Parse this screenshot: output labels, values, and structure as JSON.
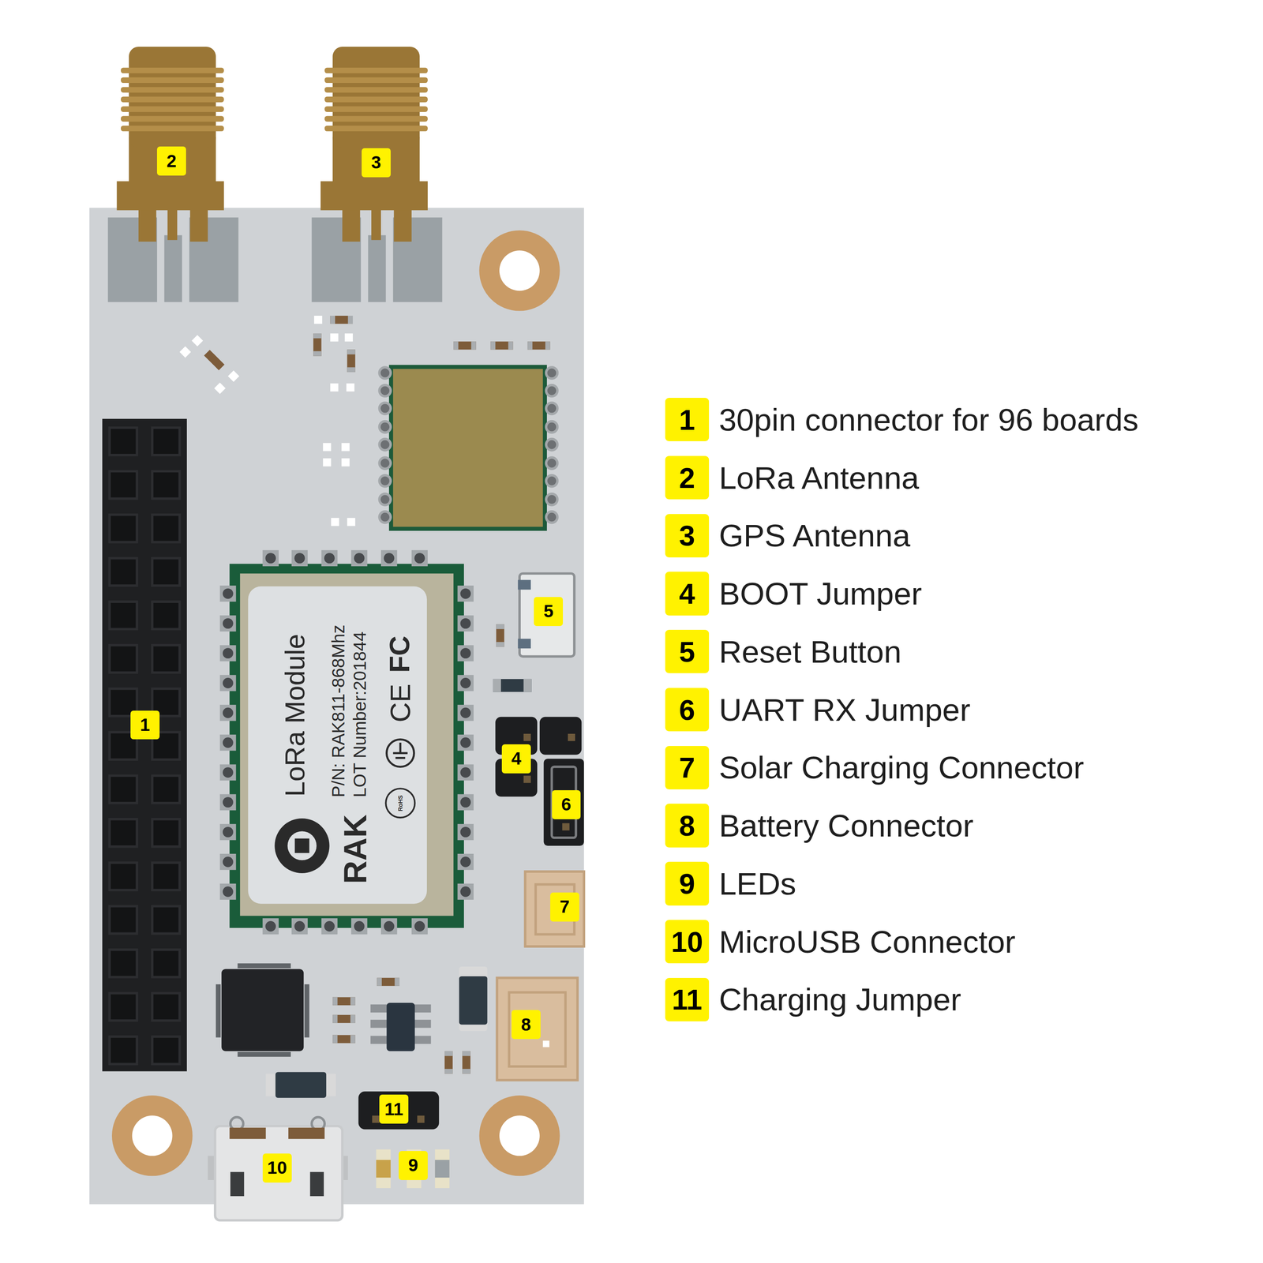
{
  "diagram": {
    "nodes": [
      {
        "text": [
          "1"
        ]
      },
      {
        "text": [
          "2"
        ]
      },
      {
        "text": [
          "3"
        ]
      },
      {
        "text": [
          "4"
        ]
      },
      {
        "text": [
          "5"
        ]
      },
      {
        "text": [
          "6"
        ]
      },
      {
        "text": [
          "7"
        ]
      },
      {
        "text": [
          "8"
        ]
      },
      {
        "text": [
          "9"
        ]
      },
      {
        "text": [
          "10"
        ]
      },
      {
        "text": [
          "11"
        ]
      },
      {
        "text": [
          "1",
          "30pin connector for 96 boards"
        ]
      },
      {
        "text": [
          "2",
          "LoRa Antenna"
        ]
      },
      {
        "text": [
          "3",
          "GPS Antenna"
        ]
      },
      {
        "text": [
          "4",
          "BOOT Jumper"
        ]
      },
      {
        "text": [
          "5",
          "Reset Button"
        ]
      },
      {
        "text": [
          "6",
          "UART RX Jumper"
        ]
      },
      {
        "text": [
          "7",
          "Solar Charging Connector"
        ]
      },
      {
        "text": [
          "8",
          "Battery Connector"
        ]
      },
      {
        "text": [
          "9",
          "LEDs"
        ]
      },
      {
        "text": [
          "10",
          "MicroUSB Connector"
        ]
      },
      {
        "text": [
          "11",
          "Charging Jumper"
        ]
      }
    ],
    "labels": [
      "LoRa Module",
      "P/N: RAK811-868Mhz",
      "LOT Number:201844",
      "RAK",
      "FC",
      "CE",
      "RoHS"
    ]
  }
}
